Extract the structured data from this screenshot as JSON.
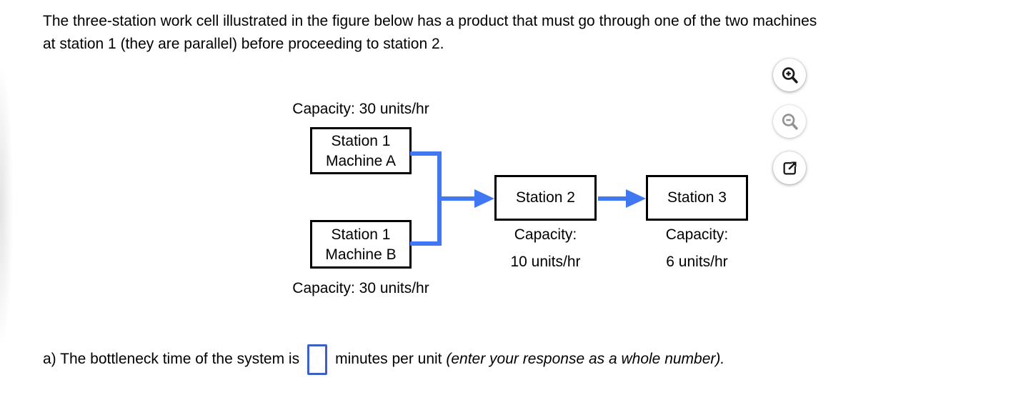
{
  "problem": {
    "intro_lines": [
      "The three-station work cell illustrated in the figure below has a product that must go through one of the two machines",
      "at station 1 (they are parallel) before proceeding to station 2."
    ]
  },
  "figure": {
    "machine_a": {
      "name_line1": "Station 1",
      "name_line2": "Machine A",
      "capacity": "Capacity: 30 units/hr"
    },
    "machine_b": {
      "name_line1": "Station 1",
      "name_line2": "Machine B",
      "capacity": "Capacity: 30 units/hr"
    },
    "station_2": {
      "label": "Station 2",
      "capacity_line1": "Capacity:",
      "capacity_line2": "10 units/hr"
    },
    "station_3": {
      "label": "Station 3",
      "capacity_line1": "Capacity:",
      "capacity_line2": "6 units/hr"
    },
    "connector_color": "#3F78F2",
    "box_border_color": "#000000"
  },
  "toolbar": {
    "buttons": [
      {
        "icon": "zoom-in-icon",
        "enabled": true
      },
      {
        "icon": "zoom-out-icon",
        "enabled": false
      },
      {
        "icon": "open-in-new-window-icon",
        "enabled": true
      }
    ]
  },
  "question": {
    "prefix": "a) The bottleneck time of the system is",
    "answer_value": "",
    "suffix": "minutes per unit ",
    "suffix_italic": "(enter your response as a whole number).",
    "input_border_color": "#3C5FC8"
  }
}
